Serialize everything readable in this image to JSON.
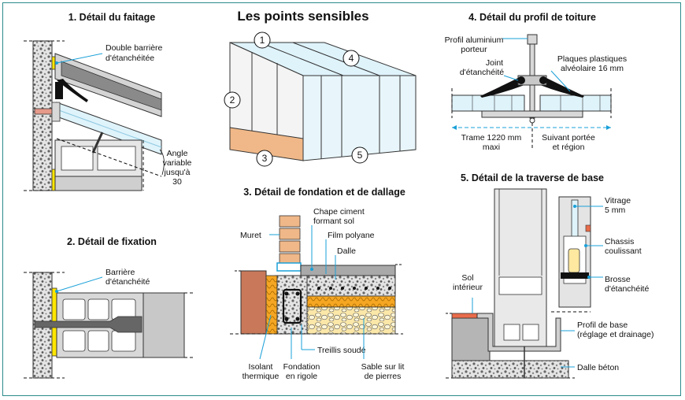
{
  "main_title": "Les points sensibles",
  "sections": {
    "faitage": {
      "title": "1. Détail du faitage",
      "labels": {
        "barrier_l1": "Double barrière",
        "barrier_l2": "d'étanchéitée",
        "angle_l1": "Angle",
        "angle_l2": "variable",
        "angle_l3": "jusqu'à",
        "angle_l4": "30"
      }
    },
    "fixation": {
      "title": "2. Détail de fixation",
      "labels": {
        "barrier_l1": "Barrière",
        "barrier_l2": "d'étanchéité"
      }
    },
    "overview": {
      "numbers": [
        "1",
        "2",
        "3",
        "4",
        "5"
      ]
    },
    "fondation": {
      "title": "3. Détail de fondation et de dallage",
      "labels": {
        "chape_l1": "Chape ciment",
        "chape_l2": "formant sol",
        "muret": "Muret",
        "film": "Film polyane",
        "dalle": "Dalle",
        "treillis": "Treillis soudé",
        "isolant_l1": "Isolant",
        "isolant_l2": "thermique",
        "fondation_l1": "Fondation",
        "fondation_l2": "en rigole",
        "sable_l1": "Sable sur lit",
        "sable_l2": "de pierres"
      }
    },
    "profil": {
      "title": "4. Détail du profil de toiture",
      "labels": {
        "profil_l1": "Profil aluminium",
        "profil_l2": "porteur",
        "joint_l1": "Joint",
        "joint_l2": "d'étanchéité",
        "plaques_l1": "Plaques plastiques",
        "plaques_l2": "alvéolaire 16 mm",
        "trame_l1": "Trame 1220 mm",
        "trame_l2": "maxi",
        "suivant_l1": "Suivant portée",
        "suivant_l2": "et région"
      }
    },
    "traverse": {
      "title": "5. Détail de la traverse de base",
      "labels": {
        "vitrage_l1": "Vitrage",
        "vitrage_l2": "5 mm",
        "chassis_l1": "Chassis",
        "chassis_l2": "coulissant",
        "sol_l1": "Sol",
        "sol_l2": "intérieur",
        "brosse_l1": "Brosse",
        "brosse_l2": "d'étanchéité",
        "profil_l1": "Profil de base",
        "profil_l2": "(réglage et drainage)",
        "dalle": "Dalle béton"
      }
    }
  },
  "colors": {
    "frame": "#2e8b8b",
    "leader": "#1aa0d8",
    "glass": "#dff3fb",
    "metal": "#c8c8c8",
    "yellow": "#ffe600",
    "brick": "#f0b888",
    "wall": "#c9785a",
    "insul": "#f5a623"
  }
}
